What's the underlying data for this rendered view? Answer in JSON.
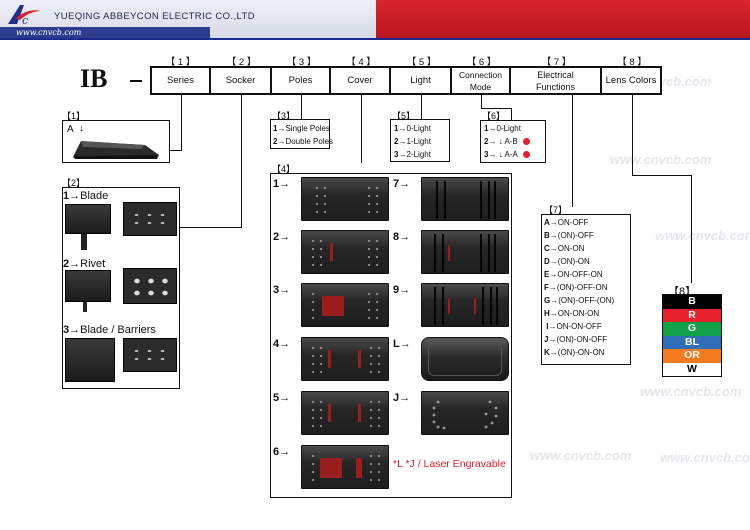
{
  "header": {
    "company": "YUEQING ABBEYCON ELECTRIC CO.,LTD",
    "website": "www.cnvcb.com"
  },
  "model": "IB",
  "code_fields": [
    {
      "num": "【 1 】",
      "label": "Series"
    },
    {
      "num": "【 2 】",
      "label": "Socker"
    },
    {
      "num": "【 3 】",
      "label": "Poles"
    },
    {
      "num": "【 4 】",
      "label": "Cover"
    },
    {
      "num": "【 5 】",
      "label": "Light"
    },
    {
      "num": "【 6 】",
      "label": "Connection Mode"
    },
    {
      "num": "【 7 】",
      "label": "Electrical Functions"
    },
    {
      "num": "【 8 】",
      "label": "Lens Colors"
    }
  ],
  "series": {
    "title": "【1】",
    "item": "A"
  },
  "socker": {
    "title": "【2】",
    "items": [
      {
        "code": "1",
        "label": "Blade"
      },
      {
        "code": "2",
        "label": "Rivet"
      },
      {
        "code": "3",
        "label": "Blade / Barriers"
      }
    ]
  },
  "poles": {
    "title": "【3】",
    "items": [
      {
        "code": "1",
        "label": "Single Poles"
      },
      {
        "code": "2",
        "label": "Double Poles"
      }
    ]
  },
  "cover": {
    "title": "【4】",
    "items_left": [
      "1",
      "2",
      "3",
      "4",
      "5",
      "6"
    ],
    "items_right": [
      "7",
      "8",
      "9",
      "L",
      "J"
    ],
    "note": "*L *J / Laser Engravable"
  },
  "light": {
    "title": "【5】",
    "items": [
      {
        "code": "1",
        "label": "0-Light"
      },
      {
        "code": "2",
        "label": "1-Light"
      },
      {
        "code": "3",
        "label": "2-Light"
      }
    ]
  },
  "connection": {
    "title": "【6】",
    "items": [
      {
        "code": "1",
        "label": "0-Light",
        "dots": 0
      },
      {
        "code": "2",
        "label": "A-B",
        "dots": 1
      },
      {
        "code": "3",
        "label": "A-A",
        "dots": 1
      }
    ]
  },
  "functions": {
    "title": "【7】",
    "items": [
      {
        "code": "A",
        "label": "ON-OFF"
      },
      {
        "code": "B",
        "label": "(ON)-OFF"
      },
      {
        "code": "C",
        "label": "ON-ON"
      },
      {
        "code": "D",
        "label": "(ON)-ON"
      },
      {
        "code": "E",
        "label": "ON-OFF-ON"
      },
      {
        "code": "F",
        "label": "(ON)-OFF-ON"
      },
      {
        "code": "G",
        "label": "(ON)-OFF-(ON)"
      },
      {
        "code": "H",
        "label": "ON-ON-ON"
      },
      {
        "code": "I",
        "label": "ON-ON-OFF"
      },
      {
        "code": "J",
        "label": "(ON)-ON-OFF"
      },
      {
        "code": "K",
        "label": "(ON)-ON-ON"
      }
    ]
  },
  "lens": {
    "title": "【8】",
    "colors": [
      {
        "code": "B",
        "bg": "#000000",
        "fg": "#ffffff"
      },
      {
        "code": "R",
        "bg": "#e8222a",
        "fg": "#ffffff"
      },
      {
        "code": "G",
        "bg": "#12a24a",
        "fg": "#ffffff"
      },
      {
        "code": "BL",
        "bg": "#2f6db8",
        "fg": "#ffffff"
      },
      {
        "code": "OR",
        "bg": "#f47a20",
        "fg": "#ffffff"
      },
      {
        "code": "W",
        "bg": "#ffffff",
        "fg": "#000000"
      }
    ]
  },
  "colors": {
    "accent_red": "#e0202a",
    "brand_blue": "#1b2a8a"
  }
}
